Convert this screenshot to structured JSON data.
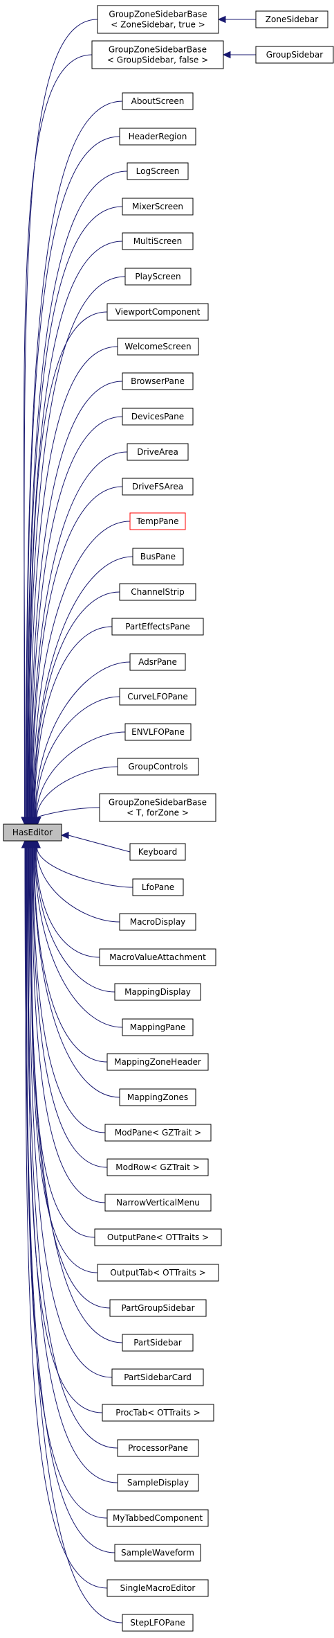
{
  "colors": {
    "edge": "#191970",
    "root_fill": "#bfbfbf",
    "node_border": "#000000",
    "highlight_border": "#ff0000",
    "background": "#ffffff"
  },
  "root": {
    "label": "HasEditor"
  },
  "derived": [
    {
      "id": "gzsb-zone",
      "lines": [
        "GroupZoneSidebarBase",
        "< ZoneSidebar, true >"
      ]
    },
    {
      "id": "gzsb-group",
      "lines": [
        "GroupZoneSidebarBase",
        "< GroupSidebar, false >"
      ]
    },
    {
      "id": "about-screen",
      "lines": [
        "AboutScreen"
      ]
    },
    {
      "id": "header-region",
      "lines": [
        "HeaderRegion"
      ]
    },
    {
      "id": "log-screen",
      "lines": [
        "LogScreen"
      ]
    },
    {
      "id": "mixer-screen",
      "lines": [
        "MixerScreen"
      ]
    },
    {
      "id": "multi-screen",
      "lines": [
        "MultiScreen"
      ]
    },
    {
      "id": "play-screen",
      "lines": [
        "PlayScreen"
      ]
    },
    {
      "id": "viewport-component",
      "lines": [
        "ViewportComponent"
      ]
    },
    {
      "id": "welcome-screen",
      "lines": [
        "WelcomeScreen"
      ]
    },
    {
      "id": "browser-pane",
      "lines": [
        "BrowserPane"
      ]
    },
    {
      "id": "devices-pane",
      "lines": [
        "DevicesPane"
      ]
    },
    {
      "id": "drive-area",
      "lines": [
        "DriveArea"
      ]
    },
    {
      "id": "drive-fs-area",
      "lines": [
        "DriveFSArea"
      ]
    },
    {
      "id": "temp-pane",
      "lines": [
        "TempPane"
      ],
      "highlight": true
    },
    {
      "id": "bus-pane",
      "lines": [
        "BusPane"
      ]
    },
    {
      "id": "channel-strip",
      "lines": [
        "ChannelStrip"
      ]
    },
    {
      "id": "part-effects-pane",
      "lines": [
        "PartEffectsPane"
      ]
    },
    {
      "id": "adsr-pane",
      "lines": [
        "AdsrPane"
      ]
    },
    {
      "id": "curve-lfo-pane",
      "lines": [
        "CurveLFOPane"
      ]
    },
    {
      "id": "envlfo-pane",
      "lines": [
        "ENVLFOPane"
      ]
    },
    {
      "id": "group-controls",
      "lines": [
        "GroupControls"
      ]
    },
    {
      "id": "gzsb-template",
      "lines": [
        "GroupZoneSidebarBase",
        "< T, forZone >"
      ]
    },
    {
      "id": "keyboard",
      "lines": [
        "Keyboard"
      ]
    },
    {
      "id": "lfo-pane",
      "lines": [
        "LfoPane"
      ]
    },
    {
      "id": "macro-display",
      "lines": [
        "MacroDisplay"
      ]
    },
    {
      "id": "macro-value-attachment",
      "lines": [
        "MacroValueAttachment"
      ]
    },
    {
      "id": "mapping-display",
      "lines": [
        "MappingDisplay"
      ]
    },
    {
      "id": "mapping-pane",
      "lines": [
        "MappingPane"
      ]
    },
    {
      "id": "mapping-zone-header",
      "lines": [
        "MappingZoneHeader"
      ]
    },
    {
      "id": "mapping-zones",
      "lines": [
        "MappingZones"
      ]
    },
    {
      "id": "mod-pane",
      "lines": [
        "ModPane< GZTrait >"
      ]
    },
    {
      "id": "mod-row",
      "lines": [
        "ModRow< GZTrait >"
      ]
    },
    {
      "id": "narrow-vertical-menu",
      "lines": [
        "NarrowVerticalMenu"
      ]
    },
    {
      "id": "output-pane",
      "lines": [
        "OutputPane< OTTraits >"
      ]
    },
    {
      "id": "output-tab",
      "lines": [
        "OutputTab< OTTraits >"
      ]
    },
    {
      "id": "part-group-sidebar",
      "lines": [
        "PartGroupSidebar"
      ]
    },
    {
      "id": "part-sidebar",
      "lines": [
        "PartSidebar"
      ]
    },
    {
      "id": "part-sidebar-card",
      "lines": [
        "PartSidebarCard"
      ]
    },
    {
      "id": "proc-tab",
      "lines": [
        "ProcTab< OTTraits >"
      ]
    },
    {
      "id": "processor-pane",
      "lines": [
        "ProcessorPane"
      ]
    },
    {
      "id": "sample-display",
      "lines": [
        "SampleDisplay"
      ]
    },
    {
      "id": "my-tabbed-component",
      "lines": [
        "MyTabbedComponent"
      ]
    },
    {
      "id": "sample-waveform",
      "lines": [
        "SampleWaveform"
      ]
    },
    {
      "id": "single-macro-editor",
      "lines": [
        "SingleMacroEditor"
      ]
    },
    {
      "id": "step-lfo-pane",
      "lines": [
        "StepLFOPane"
      ]
    }
  ],
  "third_level": [
    {
      "id": "zone-sidebar",
      "parent": "gzsb-zone",
      "lines": [
        "ZoneSidebar"
      ]
    },
    {
      "id": "group-sidebar",
      "parent": "gzsb-group",
      "lines": [
        "GroupSidebar"
      ]
    }
  ]
}
